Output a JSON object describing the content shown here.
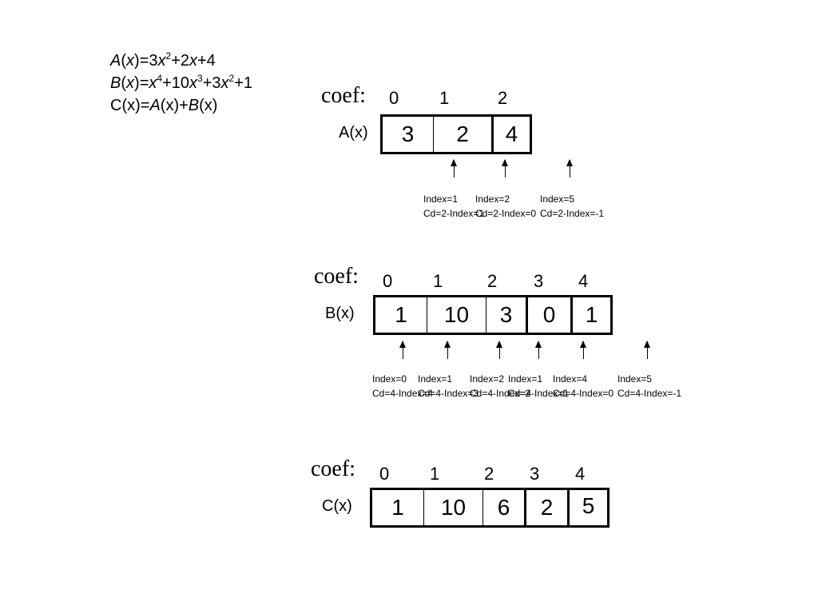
{
  "formulas": {
    "a": {
      "name": "A",
      "var": "x",
      "eq": "=3",
      "x1": "x",
      "p1": "2",
      "mid": "+2",
      "x2": "x",
      "tail": "+4"
    },
    "b": {
      "name": "B",
      "var": "x",
      "eq": "=",
      "x1": "x",
      "p1": "4",
      "t2": "+10",
      "x2": "x",
      "p2": "3",
      "t3": "+3",
      "x3": "x",
      "p3": "2",
      "tail": "+1"
    },
    "c": {
      "pre": "C(x)=",
      "a": "A",
      "mid": "(x)+",
      "b": "B",
      "tail": "(x)"
    }
  },
  "arrays": {
    "a": {
      "coef": "coef:",
      "label": "A(x)",
      "indices": [
        "0",
        "1",
        "2"
      ],
      "cells": [
        "3",
        "2",
        "4"
      ],
      "notes": [
        {
          "index": "Index=1",
          "cd": "Cd=2-Index=1"
        },
        {
          "index": "Index=2",
          "cd": "Cd=2-Index=0"
        },
        {
          "index": "Index=5",
          "cd": "Cd=2-Index=-1"
        }
      ]
    },
    "b": {
      "coef": "coef:",
      "label": "B(x)",
      "indices": [
        "0",
        "1",
        "2",
        "3",
        "4"
      ],
      "cells": [
        "1",
        "10",
        "3",
        "0",
        "1"
      ],
      "notes": [
        {
          "index": "Index=0",
          "cd": "Cd=4-Index=4"
        },
        {
          "index": "Index=1",
          "cd": "Cd=4-Index=3"
        },
        {
          "index": "Index=2",
          "cd": "Cd=4-Index=2"
        },
        {
          "index": "Index=1",
          "cd": "Cd=4-Index=1"
        },
        {
          "index": "Index=4",
          "cd": "Cd=4-Index=0"
        },
        {
          "index": "Index=5",
          "cd": "Cd=4-Index=-1"
        }
      ]
    },
    "c": {
      "coef": "coef:",
      "label": "C(x)",
      "indices": [
        "0",
        "1",
        "2",
        "3",
        "4"
      ],
      "cells": [
        "1",
        "10",
        "6",
        "2",
        "5"
      ]
    }
  }
}
